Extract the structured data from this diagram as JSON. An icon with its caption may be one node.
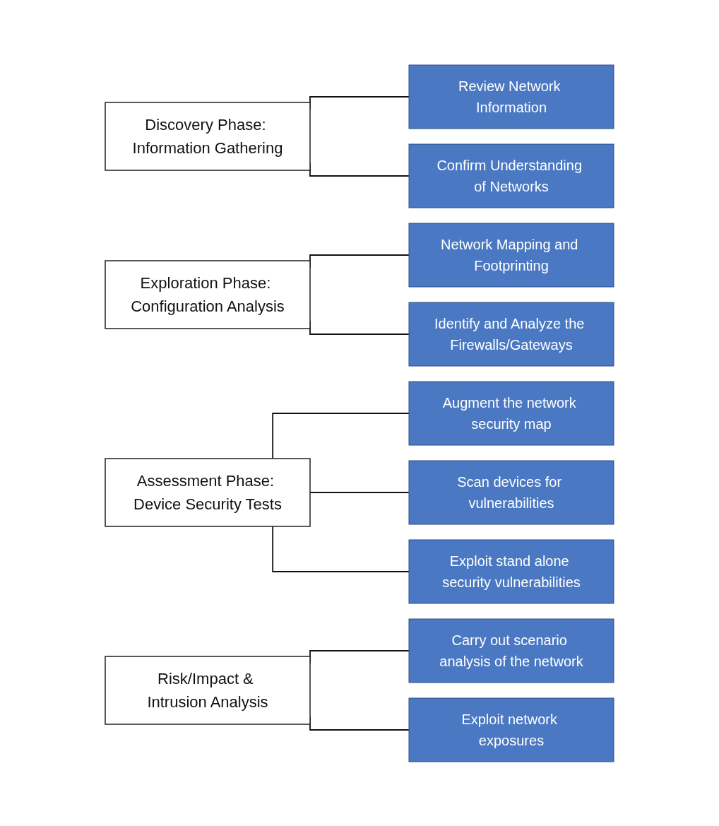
{
  "diagram": {
    "nodes": [
      {
        "text": [
          "Discovery Phase: Information Gathering"
        ]
      },
      {
        "text": [
          "Review Network Information"
        ]
      },
      {
        "text": [
          "Confirm Understanding of Networks"
        ]
      },
      {
        "text": [
          "Exploration Phase: Configuration Analysis"
        ]
      },
      {
        "text": [
          "Network Mapping and Footprinting"
        ]
      },
      {
        "text": [
          "Identify and Analyze the Firewalls/Gateways"
        ]
      },
      {
        "text": [
          "Assessment Phase: Device Security Tests"
        ]
      },
      {
        "text": [
          "Augment the network security map"
        ]
      },
      {
        "text": [
          "Scan devices for vulnerabilities"
        ]
      },
      {
        "text": [
          "Exploit stand alone security vulnerabilities"
        ]
      },
      {
        "text": [
          "Risk/Impact & Intrusion Analysis"
        ]
      },
      {
        "text": [
          "Carry out scenario analysis of the network"
        ]
      },
      {
        "text": [
          "Exploit network exposures"
        ]
      }
    ],
    "edges": [
      {
        "from": 0,
        "to": 1,
        "arrow": "none"
      },
      {
        "from": 0,
        "to": 2,
        "arrow": "none"
      },
      {
        "from": 3,
        "to": 4,
        "arrow": "none"
      },
      {
        "from": 3,
        "to": 5,
        "arrow": "none"
      },
      {
        "from": 6,
        "to": 7,
        "arrow": "none"
      },
      {
        "from": 6,
        "to": 8,
        "arrow": "none"
      },
      {
        "from": 6,
        "to": 9,
        "arrow": "none"
      },
      {
        "from": 10,
        "to": 11,
        "arrow": "none"
      },
      {
        "from": 10,
        "to": 12,
        "arrow": "none"
      }
    ]
  }
}
